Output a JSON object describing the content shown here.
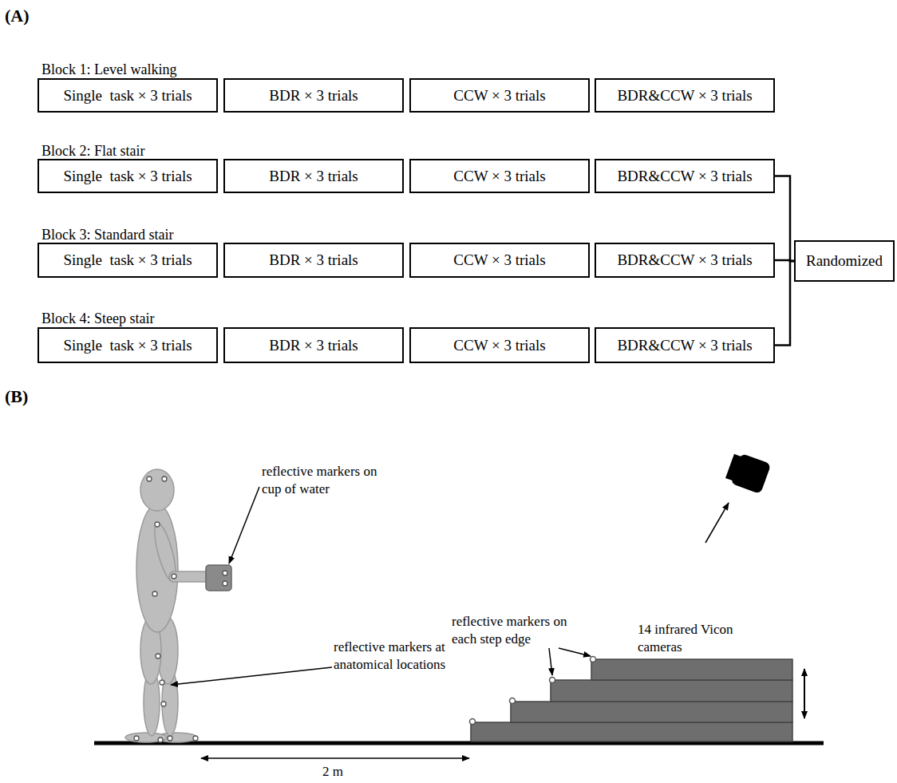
{
  "diagram": {
    "nodes": [
      {
        "text": [
          "Single  task × 3 trials"
        ]
      },
      {
        "text": [
          "BDR × 3 trials"
        ]
      },
      {
        "text": [
          "CCW × 3 trials"
        ]
      },
      {
        "text": [
          "BDR&CCW × 3 trials"
        ]
      },
      {
        "text": [
          "Single  task × 3 trials"
        ]
      },
      {
        "text": [
          "BDR × 3 trials"
        ]
      },
      {
        "text": [
          "CCW × 3 trials"
        ]
      },
      {
        "text": [
          "BDR&CCW × 3 trials"
        ]
      },
      {
        "text": [
          "Single  task × 3 trials"
        ]
      },
      {
        "text": [
          "BDR × 3 trials"
        ]
      },
      {
        "text": [
          "CCW × 3 trials"
        ]
      },
      {
        "text": [
          "BDR&CCW × 3 trials"
        ]
      },
      {
        "text": [
          "Randomized"
        ]
      },
      {
        "text": [
          "Single  task × 3 trials"
        ]
      },
      {
        "text": [
          "BDR × 3 trials"
        ]
      },
      {
        "text": [
          "CCW × 3 trials"
        ]
      },
      {
        "text": [
          "BDR&CCW × 3 trials"
        ]
      }
    ],
    "edges": [
      {
        "from": 7,
        "to": 12,
        "arrow": "none"
      },
      {
        "from": 11,
        "to": 12,
        "arrow": "none"
      },
      {
        "from": 16,
        "to": 12,
        "arrow": "none"
      }
    ],
    "labels": [
      "(A)",
      "Block 1: Level walking",
      "Block 2: Flat stair",
      "Block 3: Standard stair",
      "Block 4: Steep stair",
      "(B)",
      "reflective markers on cup of water",
      "14 infrared Vicon cameras",
      "reflective markers on each step edge",
      "reflective markers at anatomical locations",
      "2 m"
    ]
  }
}
